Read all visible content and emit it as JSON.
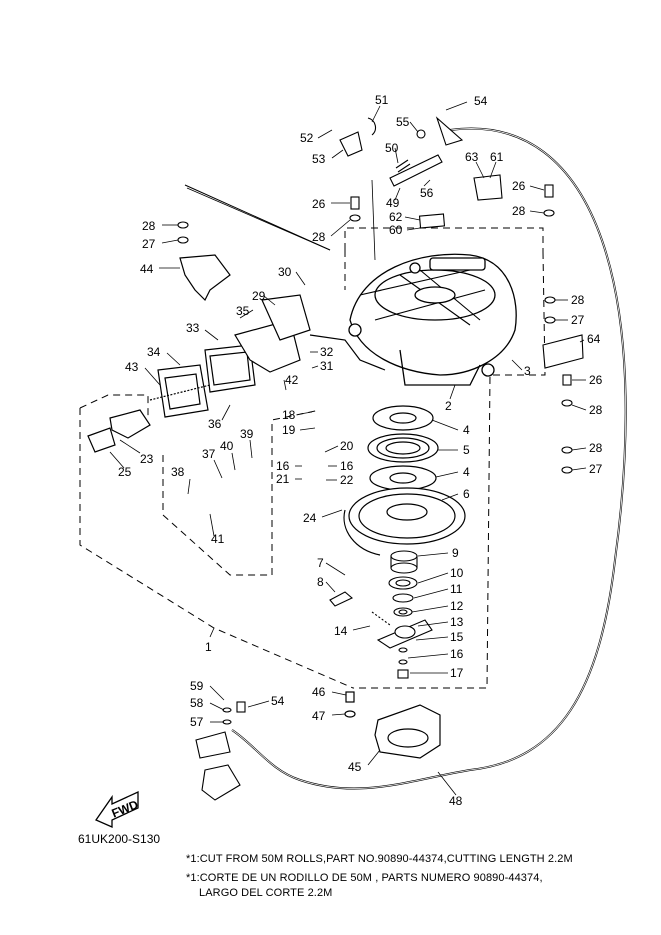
{
  "diagram": {
    "reference_code": "61UK200-S130",
    "fwd_label": "FWD",
    "callouts": [
      {
        "id": "c51",
        "label": "51"
      },
      {
        "id": "c54a",
        "label": "54"
      },
      {
        "id": "c52",
        "label": "52"
      },
      {
        "id": "c55",
        "label": "55"
      },
      {
        "id": "c53",
        "label": "53"
      },
      {
        "id": "c50",
        "label": "50"
      },
      {
        "id": "c63",
        "label": "63"
      },
      {
        "id": "c61",
        "label": "61"
      },
      {
        "id": "c26a",
        "label": "26"
      },
      {
        "id": "c49",
        "label": "49"
      },
      {
        "id": "c56",
        "label": "56"
      },
      {
        "id": "c28a",
        "label": "28"
      },
      {
        "id": "c26b",
        "label": "26"
      },
      {
        "id": "c62",
        "label": "62"
      },
      {
        "id": "c28b",
        "label": "28"
      },
      {
        "id": "c60",
        "label": "60"
      },
      {
        "id": "c28c",
        "label": "28"
      },
      {
        "id": "c27a",
        "label": "27"
      },
      {
        "id": "c44",
        "label": "44"
      },
      {
        "id": "c30",
        "label": "30"
      },
      {
        "id": "c29",
        "label": "29"
      },
      {
        "id": "c28d",
        "label": "28"
      },
      {
        "id": "c35",
        "label": "35"
      },
      {
        "id": "c27b",
        "label": "27"
      },
      {
        "id": "c33",
        "label": "33"
      },
      {
        "id": "c64",
        "label": "64"
      },
      {
        "id": "c34",
        "label": "34"
      },
      {
        "id": "c32",
        "label": "32"
      },
      {
        "id": "c43",
        "label": "43"
      },
      {
        "id": "c31",
        "label": "31"
      },
      {
        "id": "c3",
        "label": "3"
      },
      {
        "id": "c26c",
        "label": "26"
      },
      {
        "id": "c42",
        "label": "42"
      },
      {
        "id": "c2",
        "label": "2"
      },
      {
        "id": "c28e",
        "label": "28"
      },
      {
        "id": "c36",
        "label": "36"
      },
      {
        "id": "c18",
        "label": "18"
      },
      {
        "id": "c4a",
        "label": "4"
      },
      {
        "id": "c19",
        "label": "19"
      },
      {
        "id": "c39",
        "label": "39"
      },
      {
        "id": "c40",
        "label": "40"
      },
      {
        "id": "c20",
        "label": "20"
      },
      {
        "id": "c28f",
        "label": "28"
      },
      {
        "id": "c37",
        "label": "37"
      },
      {
        "id": "c5",
        "label": "5"
      },
      {
        "id": "c23",
        "label": "23"
      },
      {
        "id": "c16a",
        "label": "16"
      },
      {
        "id": "c16b",
        "label": "16"
      },
      {
        "id": "c27c",
        "label": "27"
      },
      {
        "id": "c25",
        "label": "25"
      },
      {
        "id": "c38",
        "label": "38"
      },
      {
        "id": "c21",
        "label": "21"
      },
      {
        "id": "c22",
        "label": "22"
      },
      {
        "id": "c4b",
        "label": "4"
      },
      {
        "id": "c6",
        "label": "6"
      },
      {
        "id": "c24",
        "label": "24"
      },
      {
        "id": "c41",
        "label": "41"
      },
      {
        "id": "c9",
        "label": "9"
      },
      {
        "id": "c7",
        "label": "7"
      },
      {
        "id": "c10",
        "label": "10"
      },
      {
        "id": "c8",
        "label": "8"
      },
      {
        "id": "c11",
        "label": "11"
      },
      {
        "id": "c12",
        "label": "12"
      },
      {
        "id": "c13",
        "label": "13"
      },
      {
        "id": "c14",
        "label": "14"
      },
      {
        "id": "c15",
        "label": "15"
      },
      {
        "id": "c1",
        "label": "1"
      },
      {
        "id": "c16c",
        "label": "16"
      },
      {
        "id": "c17",
        "label": "17"
      },
      {
        "id": "c59",
        "label": "59"
      },
      {
        "id": "c46",
        "label": "46"
      },
      {
        "id": "c58",
        "label": "58"
      },
      {
        "id": "c54b",
        "label": "54"
      },
      {
        "id": "c47",
        "label": "47"
      },
      {
        "id": "c57",
        "label": "57"
      },
      {
        "id": "c45",
        "label": "45"
      },
      {
        "id": "c48",
        "label": "48"
      }
    ]
  },
  "notes": {
    "line1": "*1:CUT FROM 50M ROLLS,PART NO.90890-44374,CUTTING LENGTH 2.2M",
    "line2": "*1:CORTE DE UN RODILLO DE 50M , PARTS NUMERO 90890-44374,",
    "line3": "LARGO DEL CORTE 2.2M"
  }
}
